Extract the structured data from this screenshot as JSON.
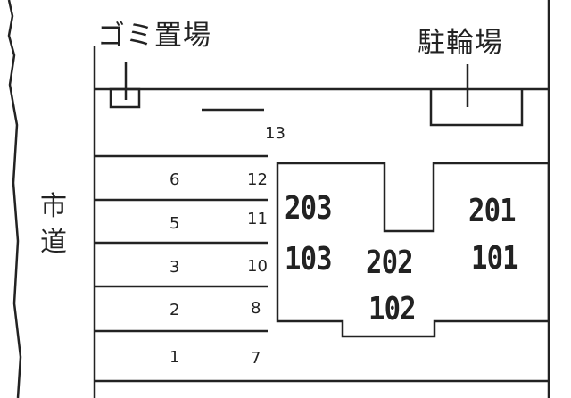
{
  "labels": {
    "garbage": "ゴミ置場",
    "bicycle": "駐輪場",
    "road_line1": "市",
    "road_line2": "道"
  },
  "parking_left": [
    "6",
    "5",
    "3",
    "2",
    "1"
  ],
  "parking_right": [
    "13",
    "12",
    "11",
    "10",
    "8",
    "7"
  ],
  "rooms": {
    "r203": "203",
    "r103": "103",
    "r202": "202",
    "r102": "102",
    "r201": "201",
    "r101": "101"
  },
  "colors": {
    "line": "#222222",
    "background": "#ffffff"
  }
}
